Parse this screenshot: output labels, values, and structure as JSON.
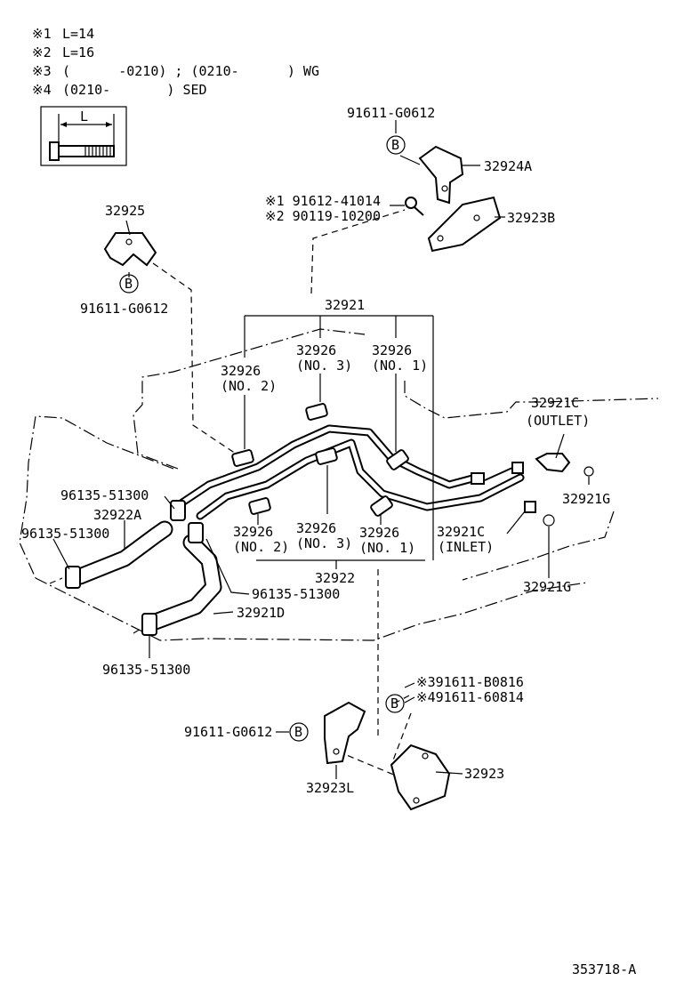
{
  "notes": [
    {
      "mark": "※1",
      "text": "L=14"
    },
    {
      "mark": "※2",
      "text": "L=16"
    },
    {
      "mark": "※3",
      "text": "(      -0210) ; (0210-      ) WG"
    },
    {
      "mark": "※4",
      "text": "(0210-       ) SED"
    }
  ],
  "bolt_detail_label": "L",
  "clip_symbol": "B",
  "labels": {
    "p91611_g0612_top": "91611-G0612",
    "p32924a": "32924A",
    "p91612_41014": "※1 91612-41014",
    "p90119_10200": "※2 90119-10200",
    "p32923b": "32923B",
    "p32925": "32925",
    "p91611_g0612_left": "91611-G0612",
    "p32921": "32921",
    "p32926_no3_top": "32926",
    "no3_top": "(NO. 3)",
    "p32926_no1_top": "32926",
    "no1_top": "(NO. 1)",
    "p32926_no2_top": "32926",
    "no2_top": "(NO. 2)",
    "p32921c_outlet": "32921C",
    "outlet": "(OUTLET)",
    "p32921g_a": "32921G",
    "p96135_a": "96135-51300",
    "p32922a": "32922A",
    "p96135_b": "96135-51300",
    "p32926_no2_bot": "32926",
    "no2_bot": "(NO. 2)",
    "p32926_no3_bot": "32926",
    "no3_bot": "(NO. 3)",
    "p32926_no1_bot": "32926",
    "no1_bot": "(NO. 1)",
    "p32921c_inlet": "32921C",
    "inlet": "(INLET)",
    "p32921g_b": "32921G",
    "p32922": "32922",
    "p96135_c": "96135-51300",
    "p32921d": "32921D",
    "p96135_d": "96135-51300",
    "p91611_b0816": "※391611-B0816",
    "p91611_60814": "※491611-60814",
    "p91611_g0612_bot": "91611-G0612",
    "p32923": "32923",
    "p32923l": "32923L",
    "diagram_code": "353718-A"
  }
}
